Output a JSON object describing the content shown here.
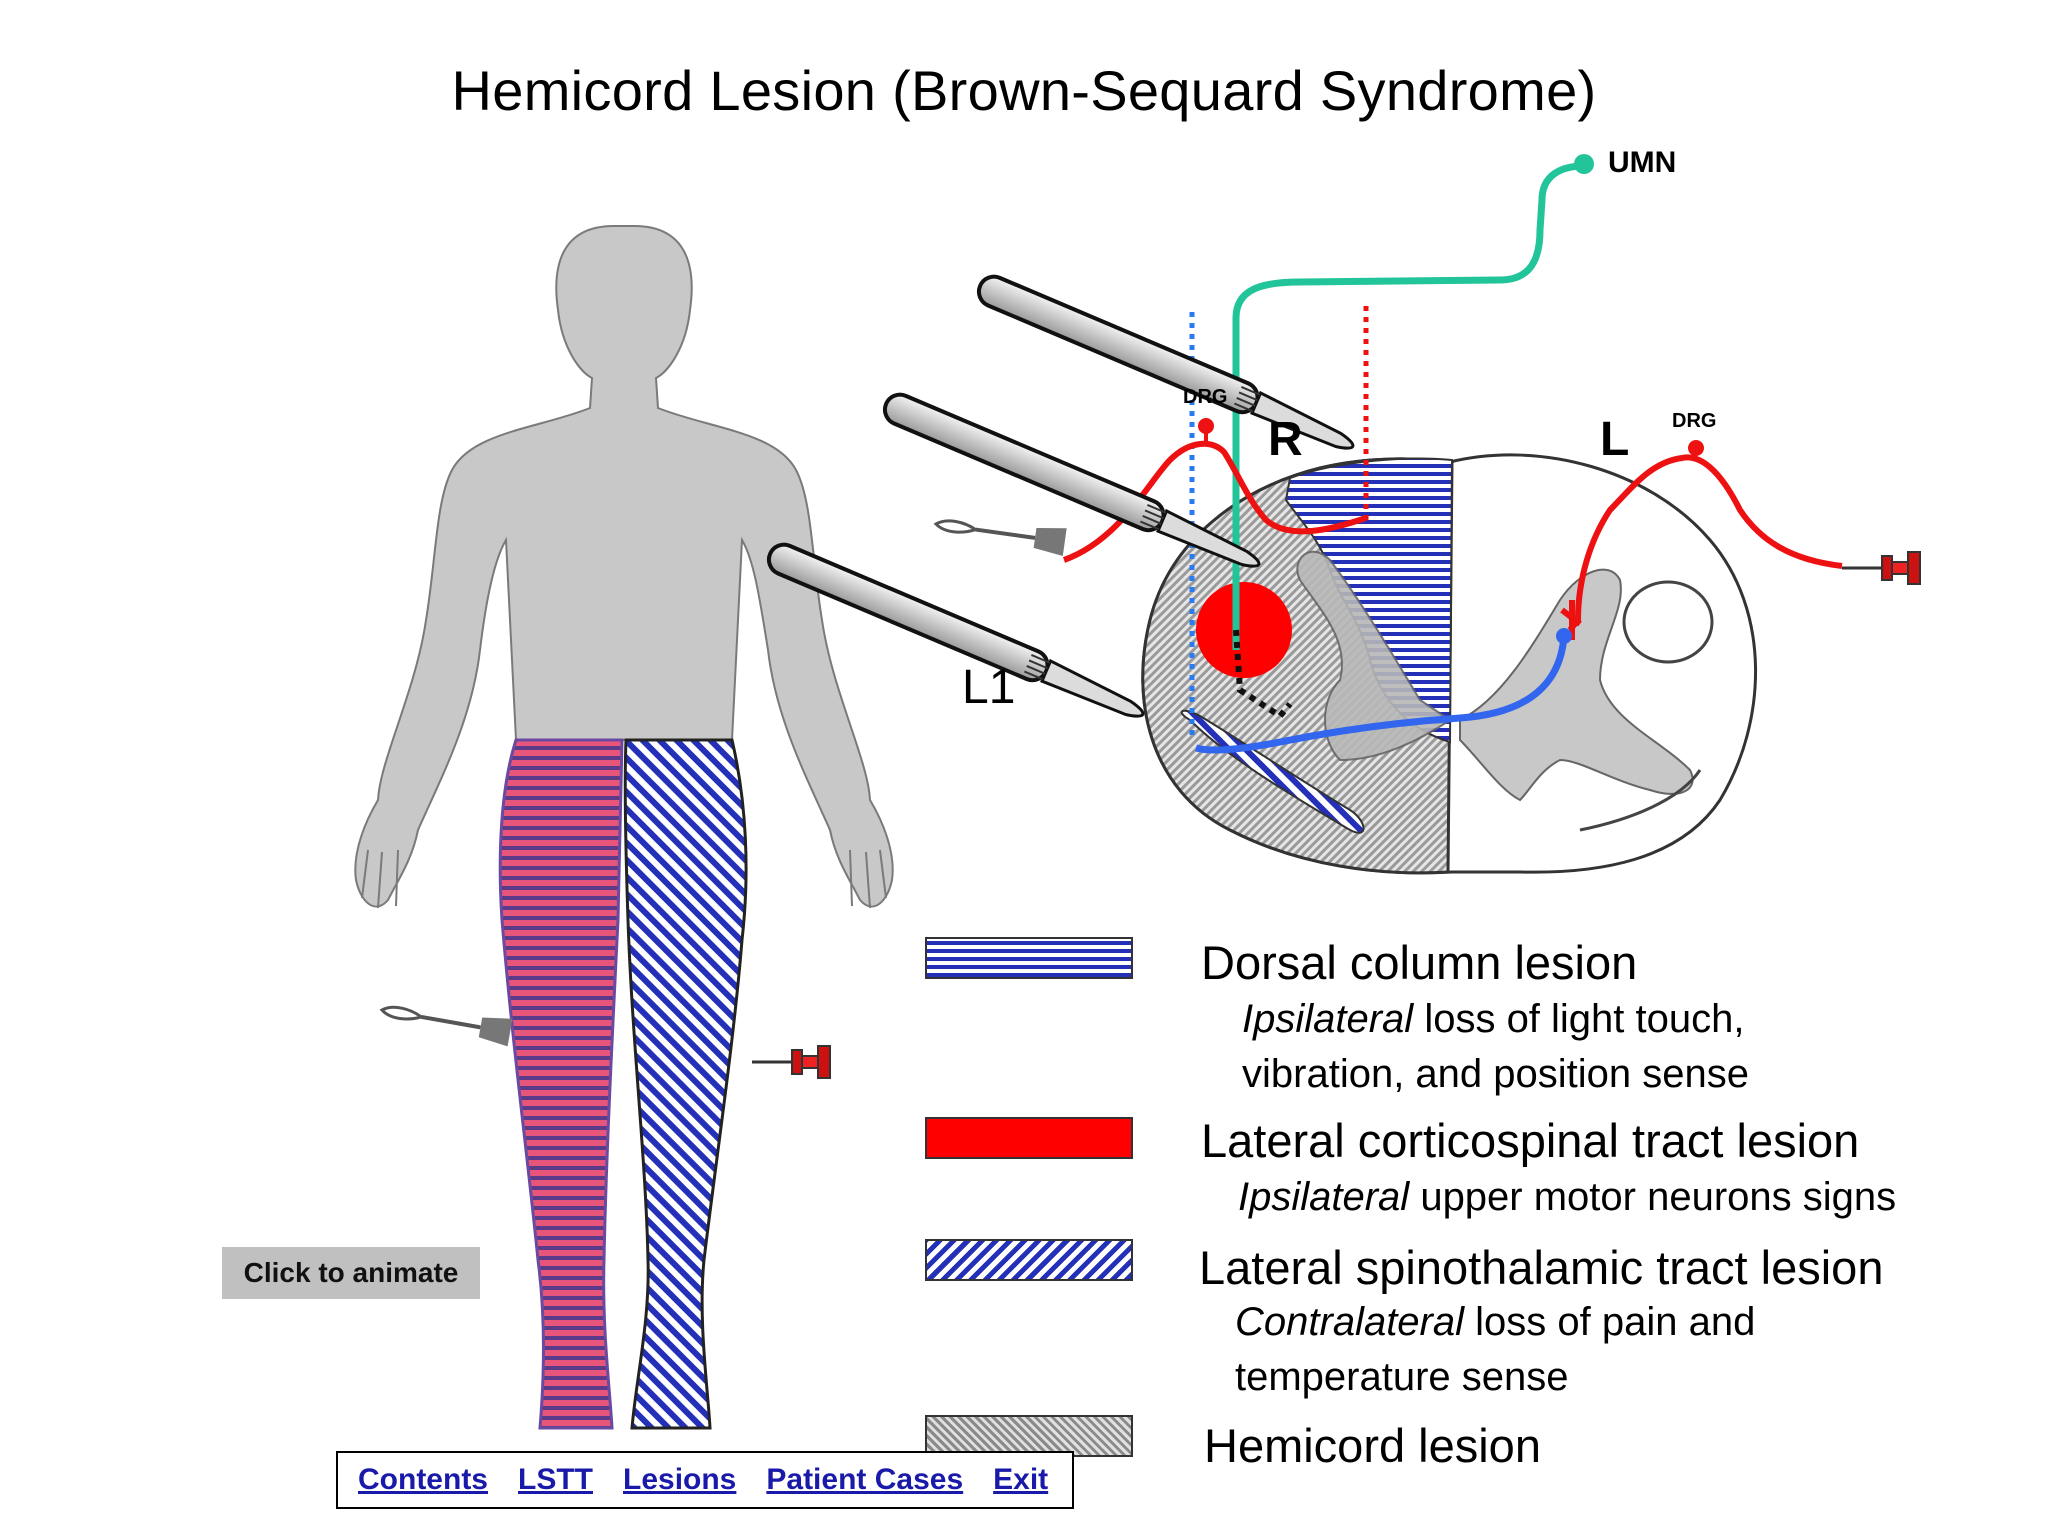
{
  "title": "Hemicord Lesion (Brown-Sequard Syndrome)",
  "diagram": {
    "umn_label": "UMN",
    "drg_right": "DRG",
    "drg_left": "DRG",
    "side_right": "R",
    "side_left": "L",
    "level_label": "L1",
    "colors": {
      "pain_fiber": "#ee1111",
      "umn_tract": "#22c49a",
      "stt_fiber": "#3366ee",
      "dorsal_column": "#2430b8",
      "lesion_red": "#ff0000",
      "body_gray": "#c8c8c8"
    },
    "icons": [
      "scalpel-icon",
      "pin-icon",
      "brush-icon",
      "body-silhouette-icon",
      "spinal-cord-icon"
    ]
  },
  "legend": [
    {
      "heading": "Dorsal column lesion",
      "sub_italic": "Ipsilateral",
      "sub_rest": " loss of light touch,",
      "sub_line2": "vibration, and position sense"
    },
    {
      "heading": "Lateral corticospinal tract lesion",
      "sub_italic": "Ipsilateral",
      "sub_rest": " upper motor neurons signs"
    },
    {
      "heading": "Lateral spinothalamic tract lesion",
      "sub_italic": "Contralateral",
      "sub_rest": " loss of pain and",
      "sub_line2": "temperature sense"
    },
    {
      "heading": "Hemicord lesion"
    }
  ],
  "animate_button": "Click to animate",
  "nav": [
    "Contents",
    "LSTT",
    "Lesions",
    "Patient Cases",
    "Exit"
  ]
}
